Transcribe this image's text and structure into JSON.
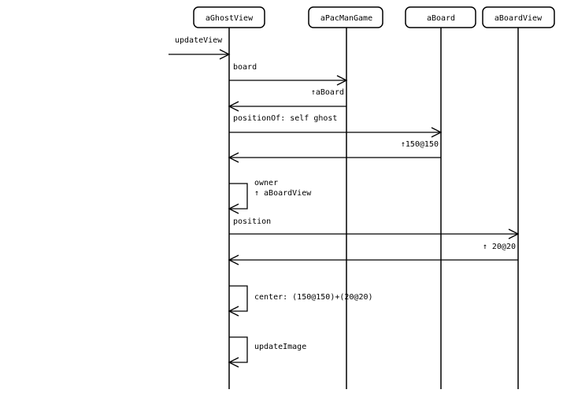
{
  "participants": [
    {
      "id": "ghost",
      "name": "aGhostView"
    },
    {
      "id": "pacman",
      "name": "aPacManGame"
    },
    {
      "id": "board",
      "name": "aBoard"
    },
    {
      "id": "boardview",
      "name": "aBoardView"
    }
  ],
  "messages": [
    {
      "kind": "found",
      "to": "ghost",
      "label": "updateView"
    },
    {
      "kind": "call",
      "from": "ghost",
      "to": "pacman",
      "label": "board"
    },
    {
      "kind": "return",
      "from": "pacman",
      "to": "ghost",
      "label": "↑aBoard"
    },
    {
      "kind": "call",
      "from": "ghost",
      "to": "board",
      "label": "positionOf: self ghost"
    },
    {
      "kind": "return",
      "from": "board",
      "to": "ghost",
      "label": "↑150@150"
    },
    {
      "kind": "self",
      "on": "ghost",
      "label": "owner",
      "label2": "↑ aBoardView"
    },
    {
      "kind": "call",
      "from": "ghost",
      "to": "boardview",
      "label": "position"
    },
    {
      "kind": "return",
      "from": "boardview",
      "to": "ghost",
      "label": "↑ 20@20"
    },
    {
      "kind": "self",
      "on": "ghost",
      "label": "center: (150@150)+(20@20)"
    },
    {
      "kind": "self",
      "on": "ghost",
      "label": "updateImage"
    }
  ]
}
